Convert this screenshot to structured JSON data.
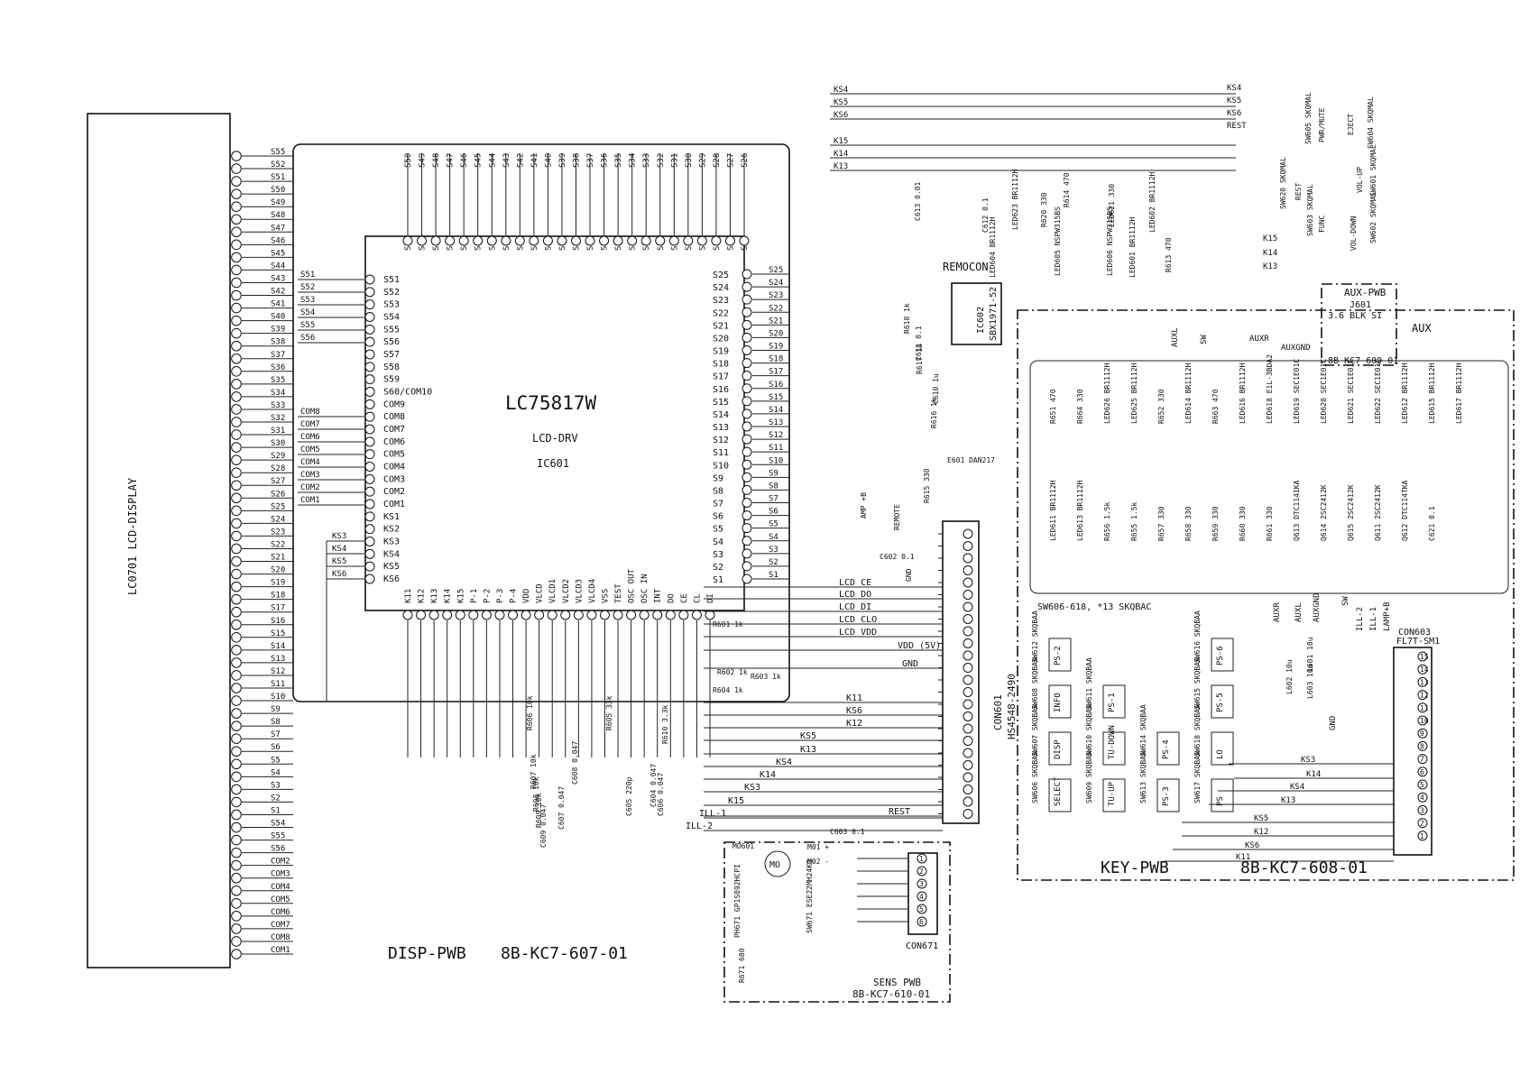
{
  "lcd": {
    "label": "LC0701 LCD-DISPLAY",
    "pins_top": [
      "S55",
      "S52",
      "S51",
      "S50",
      "S49",
      "S48",
      "S47",
      "S46",
      "S45",
      "S44",
      "S43",
      "S42",
      "S41",
      "S40",
      "S39",
      "S38",
      "S37",
      "S36",
      "S35",
      "S34",
      "S33",
      "S32",
      "S31",
      "S30",
      "S29",
      "S28",
      "S27",
      "S26",
      "S25",
      "S24",
      "S23",
      "S22",
      "S21",
      "S20",
      "S19",
      "S18",
      "S17",
      "S16",
      "S15",
      "S14",
      "S13",
      "S12",
      "S11",
      "S10",
      "S9",
      "S8",
      "S7",
      "S6",
      "S5",
      "S4",
      "S3",
      "S2",
      "S1",
      "S54",
      "S55",
      "S56",
      "COM2",
      "COM3",
      "COM4",
      "COM5",
      "COM6",
      "COM7",
      "COM8",
      "COM1"
    ]
  },
  "ic601": {
    "part": "LC75817W",
    "function": "LCD-DRV",
    "ref": "IC601",
    "top_pins": [
      "S50",
      "S49",
      "S48",
      "S47",
      "S46",
      "S45",
      "S44",
      "S43",
      "S42",
      "S41",
      "S40",
      "S39",
      "S38",
      "S37",
      "S36",
      "S35",
      "S34",
      "S33",
      "S32",
      "S31",
      "S30",
      "S29",
      "S28",
      "S27",
      "S26"
    ],
    "left_pins": [
      "S51",
      "S52",
      "S53",
      "S54",
      "S55",
      "S56",
      "S57",
      "S58",
      "S59",
      "S60/COM10",
      "COM9",
      "COM8",
      "COM7",
      "COM6",
      "COM5",
      "COM4",
      "COM3",
      "COM2",
      "COM1",
      "KS1",
      "KS2",
      "KS3",
      "KS4",
      "KS5",
      "KS6"
    ],
    "right_pins": [
      "S25",
      "S24",
      "S23",
      "S22",
      "S21",
      "S20",
      "S19",
      "S18",
      "S17",
      "S16",
      "S15",
      "S14",
      "S13",
      "S12",
      "S11",
      "S10",
      "S9",
      "S8",
      "S7",
      "S6",
      "S5",
      "S4",
      "S3",
      "S2",
      "S1"
    ],
    "bottom_pins": [
      "K11",
      "K12",
      "K13",
      "K14",
      "K15",
      "P-1",
      "P-2",
      "P-3",
      "P-4",
      "VDD",
      "VLCD",
      "VLCD1",
      "VLCD2",
      "VLCD3",
      "VLCD4",
      "VSS",
      "TEST",
      "OSC OUT",
      "OSC IN",
      "INT",
      "DO",
      "CE",
      "CL",
      "DI"
    ],
    "left_bus": [
      "S51",
      "S52",
      "S53",
      "S54",
      "S55",
      "S56",
      "COM8",
      "COM7",
      "COM6",
      "COM5",
      "COM4",
      "COM3",
      "COM2",
      "COM1"
    ],
    "ks_bus": [
      "KS3",
      "KS4",
      "KS5",
      "KS6"
    ]
  },
  "con601": {
    "ref": "CON601",
    "part": "HS4548-2490",
    "signals": [
      "LCD CE",
      "LCD DO",
      "LCD DI",
      "LCD CLO",
      "LCD VDD",
      "VDD (5V)",
      "GND",
      "K11",
      "KS6",
      "K12",
      "KS5",
      "K13",
      "KS4",
      "K14",
      "KS3",
      "K15",
      "ILL-1",
      "ILL-2",
      "REST"
    ],
    "passives": [
      "R601 1k",
      "R602 1k",
      "R603 1k",
      "R604 1k",
      "R606 10k",
      "R607 10k",
      "R608 10k",
      "R609 10k",
      "R605 33k",
      "R610 3.3k",
      "C605 220p",
      "C606 0.047",
      "C607 0.047",
      "C608 0.047",
      "C609 0.047",
      "C604 0.047",
      "C603 0.1"
    ]
  },
  "top_bus": {
    "lines": [
      "KS4",
      "KS5",
      "KS6",
      "K15",
      "K14",
      "K13"
    ],
    "right_labels": [
      "KS4",
      "KS5",
      "KS6",
      "REST",
      "K15",
      "K14",
      "K13"
    ],
    "switches": [
      "SW605 SKQMAL",
      "PWR/MUTE",
      "EJECT",
      "SW604 SKQMAL",
      "SW620 SKQMAL",
      "REST",
      "VOL-UP",
      "SW601 SKQMAL",
      "SW603 SKQMAL",
      "FUNC",
      "VOL-DOWN",
      "SW602 SKQMAL"
    ]
  },
  "remocon": {
    "title": "REMOCON",
    "ic": "IC602",
    "part": "SBX1971-52",
    "parts": [
      "C613 0.01",
      "C612 0.1",
      "R618 1k",
      "C611 0.1",
      "R617 18",
      "C610 1u",
      "R616 1k",
      "E601 DAN217",
      "R615 330",
      "C602 0.1",
      "GND",
      "AMP +B",
      "REMOTE"
    ],
    "leds": [
      "LED623 BR1112H",
      "LED604 BR1112H",
      "R620 330",
      "R614 470",
      "LED605 NSPW315BS",
      "LED606 NSPW315BS",
      "LED621 330",
      "LED601 BR1112H",
      "LED602 BR1112H",
      "R613 470"
    ]
  },
  "aux": {
    "board": "AUX-PWB",
    "jack": "J601",
    "jack_part": "3.6 BLK SI",
    "label": "AUX",
    "part_no": "8B-KC7-609-01",
    "signals": [
      "AUXL",
      "SW",
      "AUXR",
      "AUXGND"
    ]
  },
  "key_pwb": {
    "label": "KEY-PWB",
    "part_no": "8B-KC7-608-01",
    "switch_note": "SW606-618, *13 SKQBAC",
    "leds": [
      "R651 470",
      "R664 330",
      "LED626 BR1112H",
      "LED625 BR1112H",
      "R652 330",
      "LED614 BR1112H",
      "R663 470",
      "LED616 BR1112H",
      "LED618 E1L-3BDA2",
      "LED619 SEC1E01C",
      "LED620 SEC1E01C",
      "LED621 SEC1E01C",
      "LED622 SEC1E01C",
      "LED612 BR1112H",
      "LED615 BR1112H",
      "LED617 BR1112H",
      "LED611 BR1112H",
      "LED613 BR1112H",
      "R656 1.5k",
      "R655 1.5k",
      "R657 330",
      "R658 330",
      "R659 330",
      "R660 330",
      "R661 330",
      "Q613 DTC1141KA",
      "Q614 2SC2412K",
      "Q615 2SC2412K",
      "Q611 2SC2412K",
      "Q612 DTC114TKA",
      "C621 0.1"
    ],
    "switches": [
      {
        "ref": "SW612 SKQBAA",
        "fn": "PS-2"
      },
      {
        "ref": "SW616 SKQBAA",
        "fn": "PS-6"
      },
      {
        "ref": "SW608 SKQBAA",
        "fn": "INFO"
      },
      {
        "ref": "SW611 SKQBAA",
        "fn": "PS-1"
      },
      {
        "ref": "SW615 SKQBAA",
        "fn": "PS-5"
      },
      {
        "ref": "SW607 SKQBAA",
        "fn": "DISP"
      },
      {
        "ref": "SW610 SKQBAA",
        "fn": "TU-DOWN"
      },
      {
        "ref": "SW614 SKQBAA",
        "fn": "PS-4"
      },
      {
        "ref": "SW618 SKQBAA",
        "fn": "LO"
      },
      {
        "ref": "SW606 SKQBAA",
        "fn": "SELECT"
      },
      {
        "ref": "SW609 SKQBAA",
        "fn": "TU-UP"
      },
      {
        "ref": "SW613 SKQBAA",
        "fn": "PS-3"
      },
      {
        "ref": "SW617 SKQBAA",
        "fn": "PS"
      }
    ],
    "signals": [
      "AUXR",
      "AUXL",
      "AUXGND",
      "SW",
      "ILL-2",
      "ILL-1",
      "LAMP+B",
      "GND",
      "KS3",
      "K14",
      "KS4",
      "K13",
      "KS5",
      "K12",
      "KS6",
      "K11"
    ],
    "passives": [
      "L601 10u",
      "L602 10u",
      "L603 10u"
    ]
  },
  "con603": {
    "ref": "CON603",
    "part": "FL7T-SM1",
    "pins": [
      "1",
      "2",
      "3",
      "4",
      "5",
      "6",
      "7",
      "8",
      "9",
      "10",
      "11",
      "12",
      "13",
      "14",
      "15"
    ]
  },
  "sens_pwb": {
    "label": "SENS PWB",
    "part_no": "8B-KC7-610-01",
    "parts": [
      "MO601",
      "M01 +",
      "M02 -",
      "PH671 GP1S092HCPI",
      "SW671 ESE22MH24KQ",
      "R671 680"
    ],
    "con": "CON671",
    "pins": [
      "1",
      "2",
      "3",
      "4",
      "5",
      "6"
    ]
  },
  "disp_pwb": {
    "label": "DISP-PWB",
    "part_no": "8B-KC7-607-01"
  }
}
